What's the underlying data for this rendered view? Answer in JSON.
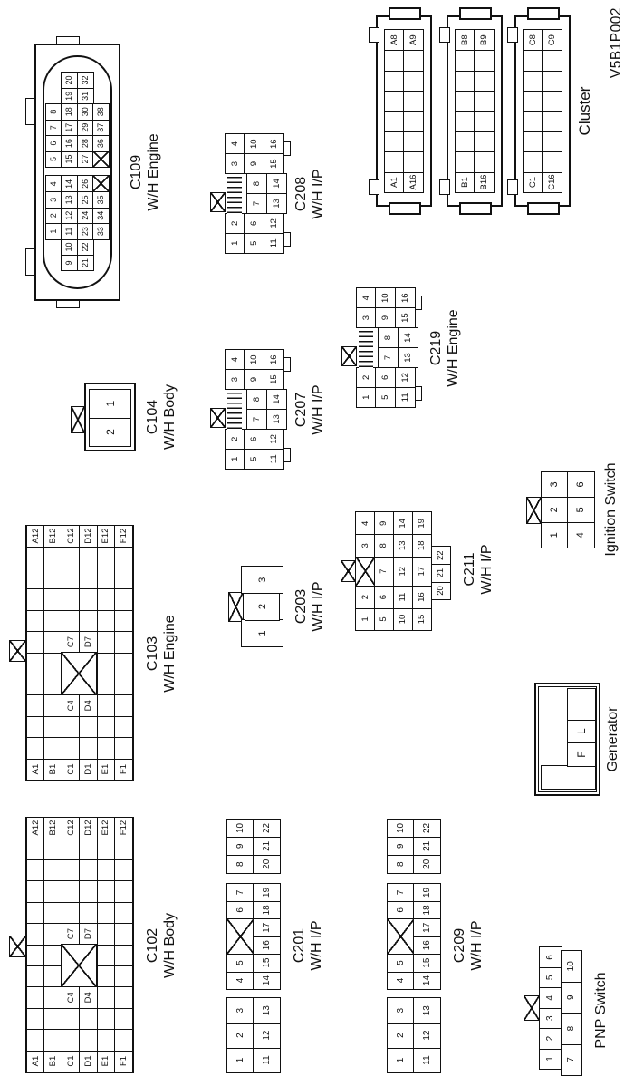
{
  "page": {
    "code": "V5B1P002"
  },
  "connectors": {
    "c102": {
      "id": "C102",
      "sub": "W/H Body",
      "rows": [
        [
          "A1",
          "",
          "",
          "",
          "",
          "",
          "",
          "",
          "",
          "",
          "",
          "A12"
        ],
        [
          "B1",
          "",
          "",
          "",
          "",
          "",
          "",
          "",
          "",
          "",
          "",
          "B12"
        ],
        [
          "C1",
          "",
          "",
          "C4",
          "",
          "",
          "C7",
          "",
          "",
          "",
          "",
          "C12"
        ],
        [
          "D1",
          "",
          "",
          "D4",
          "",
          "",
          "D7",
          "",
          "",
          "",
          "",
          "D12"
        ],
        [
          "E1",
          "",
          "",
          "",
          "",
          "",
          "",
          "",
          "",
          "",
          "",
          "E12"
        ],
        [
          "F1",
          "",
          "",
          "",
          "",
          "",
          "",
          "",
          "",
          "",
          "",
          "F12"
        ]
      ]
    },
    "c103": {
      "id": "C103",
      "sub": "W/H Engine",
      "rows": [
        [
          "A1",
          "",
          "",
          "",
          "",
          "",
          "",
          "",
          "",
          "",
          "",
          "A12"
        ],
        [
          "B1",
          "",
          "",
          "",
          "",
          "",
          "",
          "",
          "",
          "",
          "",
          "B12"
        ],
        [
          "C1",
          "",
          "",
          "C4",
          "",
          "",
          "C7",
          "",
          "",
          "",
          "",
          "C12"
        ],
        [
          "D1",
          "",
          "",
          "D4",
          "",
          "",
          "D7",
          "",
          "",
          "",
          "",
          "D12"
        ],
        [
          "E1",
          "",
          "",
          "",
          "",
          "",
          "",
          "",
          "",
          "",
          "",
          "E12"
        ],
        [
          "F1",
          "",
          "",
          "",
          "",
          "",
          "",
          "",
          "",
          "",
          "",
          "F12"
        ]
      ]
    },
    "c104": {
      "id": "C104",
      "sub": "W/H Body",
      "cells": [
        "2",
        "1"
      ]
    },
    "c109": {
      "id": "C109",
      "sub": "W/H Engine",
      "left_rows": [
        [
          null,
          null,
          "1",
          "2",
          "3",
          "4"
        ],
        [
          "9",
          "10",
          "11",
          "12",
          "13",
          "14"
        ],
        [
          "21",
          "22",
          "23",
          "24",
          "25",
          "26"
        ],
        [
          null,
          null,
          "33",
          "34",
          "35",
          "X"
        ]
      ],
      "right_rows": [
        [
          "5",
          "6",
          "7",
          "8",
          null,
          null
        ],
        [
          "15",
          "16",
          "17",
          "18",
          "19",
          "20"
        ],
        [
          "27",
          "28",
          "29",
          "30",
          "31",
          "32"
        ],
        [
          "X",
          "36",
          "37",
          "38",
          null,
          null
        ]
      ]
    },
    "c201": {
      "id": "C201",
      "sub": "W/H I/P",
      "block1": [
        [
          "1",
          "2",
          "3"
        ],
        [
          "11",
          "12",
          "13"
        ]
      ],
      "block2": [
        [
          "4",
          "5",
          "X2",
          "6",
          "7"
        ],
        [
          "14",
          "15",
          "16",
          "17",
          "18",
          "19"
        ]
      ],
      "block3": [
        [
          "8",
          "9",
          "10"
        ],
        [
          "20",
          "21",
          "22"
        ]
      ]
    },
    "c203": {
      "id": "C203",
      "sub": "W/H I/P",
      "cells": [
        "1",
        "2",
        "3"
      ]
    },
    "c207": {
      "id": "C207",
      "sub": "W/H I/P",
      "rows": [
        [
          "1",
          "2",
          "CH",
          "3",
          "4"
        ],
        [
          "5",
          "6",
          "7",
          "8",
          "9",
          "10"
        ],
        [
          "11",
          "12",
          "13",
          "14",
          "15",
          "16"
        ]
      ]
    },
    "c208": {
      "id": "C208",
      "sub": "W/H I/P",
      "rows": [
        [
          "1",
          "2",
          "CH",
          "3",
          "4"
        ],
        [
          "5",
          "6",
          "7",
          "8",
          "9",
          "10"
        ],
        [
          "11",
          "12",
          "13",
          "14",
          "15",
          "16"
        ]
      ]
    },
    "c209": {
      "id": "C209",
      "sub": "W/H I/P",
      "block1": [
        [
          "1",
          "2",
          "3"
        ],
        [
          "11",
          "12",
          "13"
        ]
      ],
      "block2": [
        [
          "4",
          "5",
          "X2",
          "6",
          "7"
        ],
        [
          "14",
          "15",
          "16",
          "17",
          "18",
          "19"
        ]
      ],
      "block3": [
        [
          "8",
          "9",
          "10"
        ],
        [
          "20",
          "21",
          "22"
        ]
      ]
    },
    "c211": {
      "id": "C211",
      "sub": "W/H I/P",
      "rows": [
        [
          "1",
          "2",
          "X",
          "3",
          "4"
        ],
        [
          "5",
          "6",
          "7",
          "8",
          "9"
        ],
        [
          "10",
          "11",
          "12",
          "13",
          "14"
        ],
        [
          "15",
          "16",
          "17",
          "18",
          "19"
        ]
      ],
      "extra": [
        "20",
        "21",
        "22"
      ]
    },
    "c219": {
      "id": "C219",
      "sub": "W/H Engine",
      "rows": [
        [
          "1",
          "2",
          "CH",
          "3",
          "4"
        ],
        [
          "5",
          "6",
          "7",
          "8",
          "9",
          "10"
        ],
        [
          "11",
          "12",
          "13",
          "14",
          "15",
          "16"
        ]
      ]
    },
    "ignition_switch": {
      "label": "Ignition Switch",
      "rows": [
        [
          "1",
          "2",
          "3"
        ],
        [
          "4",
          "5",
          "6"
        ]
      ]
    },
    "generator": {
      "label": "Generator",
      "cells": [
        "F",
        "L"
      ]
    },
    "pnp_switch": {
      "label": "PNP Switch",
      "row1": [
        "1",
        "2",
        "3",
        "4",
        "5",
        "6"
      ],
      "row2": [
        "7",
        "8",
        "9",
        "10"
      ]
    },
    "cluster": {
      "label": "Cluster",
      "units": [
        {
          "rows": [
            [
              "A1",
              "",
              "",
              "",
              "",
              "",
              "",
              "A8"
            ],
            [
              "A16",
              "",
              "",
              "",
              "",
              "",
              "",
              "A9"
            ]
          ]
        },
        {
          "rows": [
            [
              "B1",
              "",
              "",
              "",
              "",
              "",
              "",
              "B8"
            ],
            [
              "B16",
              "",
              "",
              "",
              "",
              "",
              "",
              "B9"
            ]
          ]
        },
        {
          "rows": [
            [
              "C1",
              "",
              "",
              "",
              "",
              "",
              "",
              "C8"
            ],
            [
              "C16",
              "",
              "",
              "",
              "",
              "",
              "",
              "C9"
            ]
          ]
        }
      ]
    }
  }
}
